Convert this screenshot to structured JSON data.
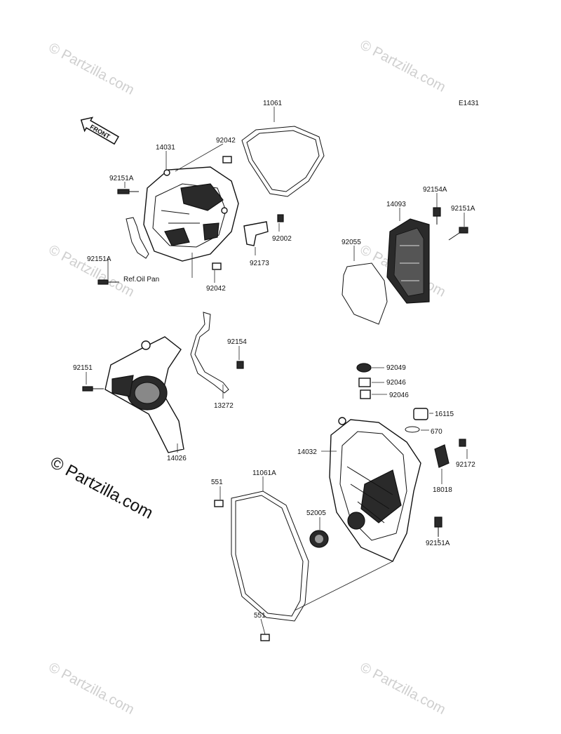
{
  "diagram_code": "E1431",
  "front_label": "FRONT",
  "copyright": "© Partzilla.com",
  "watermark": "© Partzilla.com",
  "ref_note": "Ref.Oil Pan",
  "parts": {
    "p11061": "11061",
    "p14031": "14031",
    "p92042a": "92042",
    "p92151a_1": "92151A",
    "p92151a_2": "92151A",
    "p92002": "92002",
    "p92173": "92173",
    "p92042b": "92042",
    "p14093": "14093",
    "p92154a": "92154A",
    "p92151a_3": "92151A",
    "p92055": "92055",
    "p92154": "92154",
    "p92151": "92151",
    "p13272": "13272",
    "p14026": "14026",
    "p92049": "92049",
    "p92046a": "92046",
    "p92046b": "92046",
    "p16115": "16115",
    "p670": "670",
    "p14032": "14032",
    "p92172": "92172",
    "p18018": "18018",
    "p551a": "551",
    "p11061a": "11061A",
    "p52005": "52005",
    "p92151a_4": "92151A",
    "p551b": "551"
  }
}
